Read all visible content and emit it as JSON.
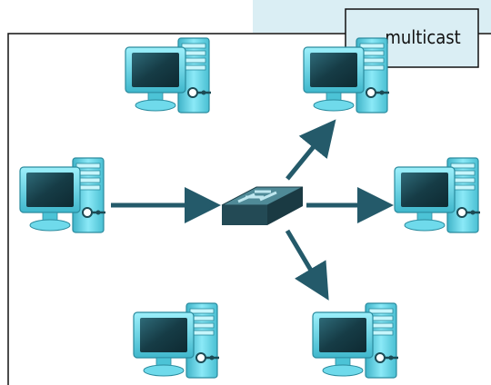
{
  "diagram": {
    "label": "multicast",
    "colors": {
      "panel": "#daeef4",
      "frame": "#111111",
      "arrow": "#245a6a",
      "monitor_body": "#6fdaeb",
      "monitor_dark": "#2b8fa3",
      "screen": "#1c4a54",
      "tower_body": "#6ad2e4",
      "switch_top": "#4f8a97",
      "switch_side": "#234a55"
    },
    "nodes": [
      {
        "id": "source",
        "icon": "computer-icon",
        "role": "sender"
      },
      {
        "id": "switch",
        "icon": "network-switch-icon",
        "role": "switch"
      },
      {
        "id": "receiver-1",
        "icon": "computer-icon",
        "role": "receiver"
      },
      {
        "id": "receiver-2",
        "icon": "computer-icon",
        "role": "receiver"
      },
      {
        "id": "receiver-3",
        "icon": "computer-icon",
        "role": "receiver"
      },
      {
        "id": "idle-1",
        "icon": "computer-icon",
        "role": "not receiving"
      },
      {
        "id": "idle-2",
        "icon": "computer-icon",
        "role": "not receiving"
      }
    ],
    "edges": [
      {
        "from": "source",
        "to": "switch"
      },
      {
        "from": "switch",
        "to": "receiver-1"
      },
      {
        "from": "switch",
        "to": "receiver-2"
      },
      {
        "from": "switch",
        "to": "receiver-3"
      }
    ]
  }
}
